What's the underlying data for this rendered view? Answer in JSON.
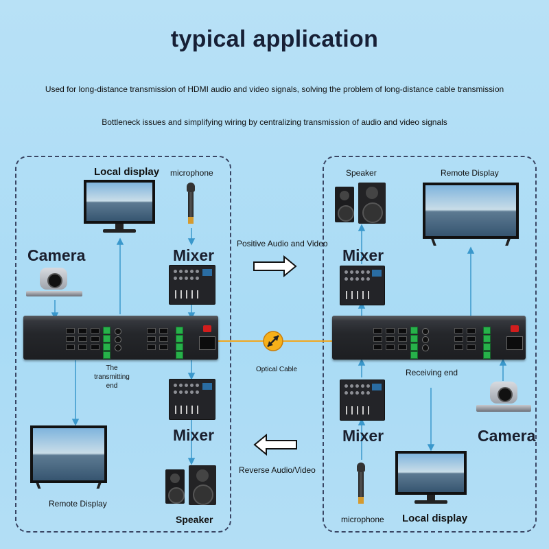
{
  "title": "typical application",
  "subtitle_line1": "Used for long-distance transmission of HDMI audio and video signals, solving the problem of long-distance cable transmission",
  "subtitle_line2": "Bottleneck issues and simplifying wiring by centralizing transmission of audio and video signals",
  "left": {
    "local_display": "Local display",
    "microphone": "microphone",
    "camera": "Camera",
    "mixer_top": "Mixer",
    "transmitting_end_line1": "The transmitting",
    "transmitting_end_line2": "end",
    "mixer_bottom": "Mixer",
    "remote_display": "Remote Display",
    "speaker": "Speaker"
  },
  "middle": {
    "positive": "Positive Audio and Video",
    "optical_cable": "Optical Cable",
    "reverse": "Reverse Audio/Video"
  },
  "right": {
    "speaker": "Speaker",
    "remote_display": "Remote Display",
    "mixer_top": "Mixer",
    "receiving_end": "Receiving end",
    "mixer_bottom": "Mixer",
    "camera": "Camera",
    "microphone": "microphone",
    "local_display": "Local display"
  },
  "colors": {
    "background": "#b3def5",
    "panel_border": "#3a4664",
    "signal_line": "#3a98cc",
    "optical_line": "#f2a71c"
  },
  "icons": [
    "monitor-icon",
    "microphone-icon",
    "camera-icon",
    "mixer-icon",
    "speaker-icon",
    "rack-device-icon",
    "optical-connector-icon",
    "arrow-right-icon",
    "arrow-left-icon"
  ]
}
